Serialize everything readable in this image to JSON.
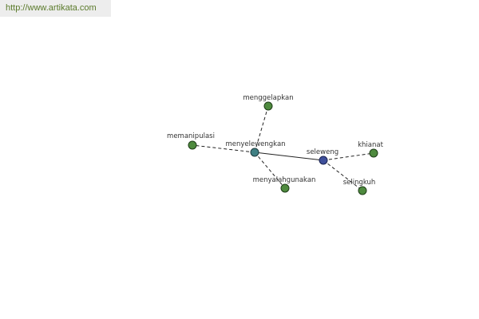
{
  "watermark": {
    "url": "http://www.artikata.com"
  },
  "colors": {
    "term_node": "#4e8a3e",
    "hub_node": "#3f7f83",
    "root_node": "#3e4f9a",
    "edge": "#222222",
    "watermark_text": "#5a7a2a",
    "watermark_bg": "#ededed"
  },
  "graph": {
    "nodes": [
      {
        "id": "menggelapkan",
        "label": "menggelapkan",
        "kind": "term"
      },
      {
        "id": "memanipulasi",
        "label": "memanipulasi",
        "kind": "term"
      },
      {
        "id": "menyelewengkan",
        "label": "menyelewengkan",
        "kind": "hub"
      },
      {
        "id": "menyalahgunakan",
        "label": "menyalahgunakan",
        "kind": "term"
      },
      {
        "id": "seleweng",
        "label": "seleweng",
        "kind": "root"
      },
      {
        "id": "khianat",
        "label": "khianat",
        "kind": "term"
      },
      {
        "id": "selingkuh",
        "label": "selingkuh",
        "kind": "term"
      }
    ],
    "edges": [
      {
        "from": "menyelewengkan",
        "to": "seleweng",
        "style": "solid"
      },
      {
        "from": "menyelewengkan",
        "to": "menggelapkan",
        "style": "dashed"
      },
      {
        "from": "menyelewengkan",
        "to": "memanipulasi",
        "style": "dashed"
      },
      {
        "from": "menyelewengkan",
        "to": "menyalahgunakan",
        "style": "dashed"
      },
      {
        "from": "seleweng",
        "to": "khianat",
        "style": "dashed"
      },
      {
        "from": "seleweng",
        "to": "selingkuh",
        "style": "dashed"
      }
    ]
  }
}
